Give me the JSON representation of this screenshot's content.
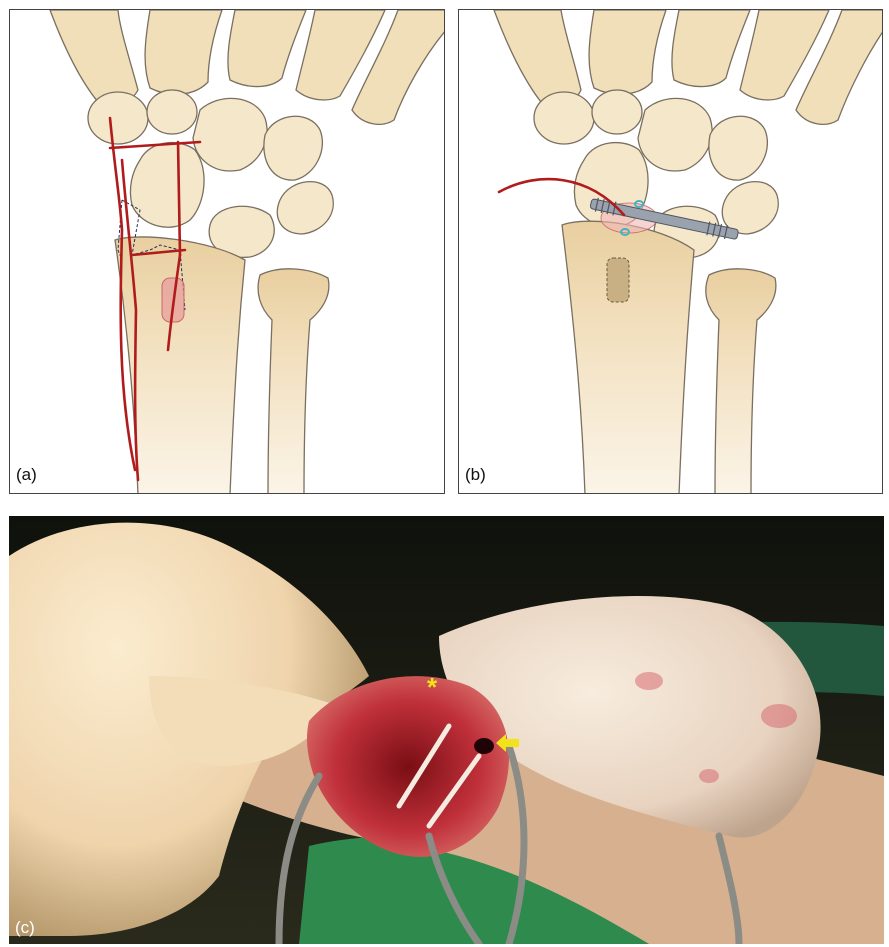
{
  "figure": {
    "panels": [
      {
        "label": "(a)",
        "icon": "wrist-bones-illustration-incision-lines"
      },
      {
        "label": "(b)",
        "icon": "wrist-bones-illustration-screw-fixation"
      },
      {
        "label": "(c)",
        "icon": "surgical-photo-wrist-open-approach"
      }
    ],
    "colors": {
      "bone": "#f1e0bd",
      "bone_outline": "#7a6f60",
      "incision": "#b01c1c",
      "graft": "#e79a9a",
      "screw": "#8e96a3",
      "annotation": "#f2e21a"
    },
    "annotations": {
      "asterisk": "*",
      "arrow_icon": "yellow-left-arrow-icon"
    }
  }
}
